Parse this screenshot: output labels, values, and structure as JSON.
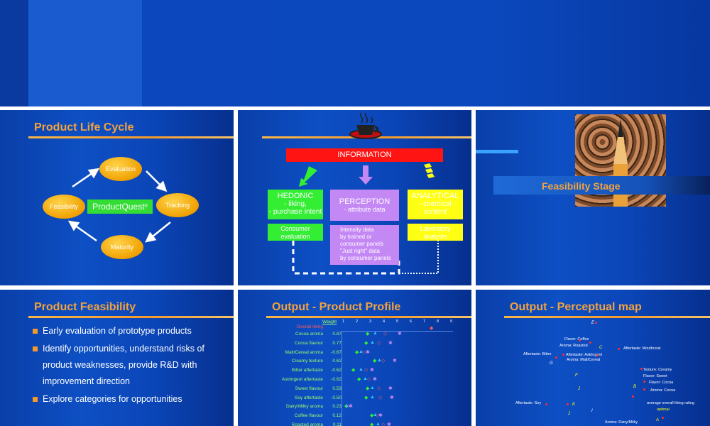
{
  "slides": {
    "lifecycle": {
      "title": "Product Life Cycle",
      "center": "ProductQuest",
      "center_mark": "®",
      "stages": [
        "Evaluation",
        "Tracking",
        "Maturity",
        "Feasibility"
      ]
    },
    "information": {
      "header": "INFORMATION",
      "hedonic": {
        "title": "HEDONIC",
        "line1": "- liking,",
        "line2": "- purchase intent",
        "detail1": "Consumer",
        "detail2": "evaluation"
      },
      "perception": {
        "title": "PERCEPTION",
        "line1": "- attribute data",
        "d1": "Intensity data",
        "d2": "by trained or",
        "d3": "consumer panels",
        "d4": "\"Just right\" data",
        "d5": "by consumer panels"
      },
      "analytical": {
        "title": "ANALYTICAL",
        "line1": "- chemical",
        "line2": "content",
        "detail1": "Laboratory",
        "detail2": "analysis"
      },
      "colors": {
        "header": "#ff1414",
        "hedonic": "#33ee33",
        "perception": "#c488f5",
        "analytical": "#ffff14"
      }
    },
    "feasibility_stage": {
      "title": "Feasibility Stage"
    },
    "feasibility": {
      "title": "Product Feasibility",
      "bullets": [
        "Early evaluation of prototype products",
        "Identify opportunities, understand risks of product weaknesses, provide R&D with improvement direction",
        "Explore categories for opportunities"
      ]
    },
    "profile": {
      "title": "Output - Product Profile",
      "weight_label": "Weight",
      "scale": [
        "1",
        "2",
        "3",
        "4",
        "5",
        "6",
        "7",
        "8",
        "9"
      ],
      "overall_label": "Overall liking",
      "rows": [
        {
          "name": "Cocoa aroma",
          "w": "0.87"
        },
        {
          "name": "Cocoa flavour",
          "w": "0.77"
        },
        {
          "name": "Malt/Cereal aroma",
          "w": "-0.67"
        },
        {
          "name": "Creamy texture",
          "w": "0.62"
        },
        {
          "name": "Bitter aftertaste",
          "w": "-0.62"
        },
        {
          "name": "Astringent aftertaste",
          "w": "-0.62"
        },
        {
          "name": "Sweet flavour",
          "w": "0.53"
        },
        {
          "name": "Soy aftertaste",
          "w": "-0.50"
        },
        {
          "name": "Dairy/Milky aroma",
          "w": "0.23"
        },
        {
          "name": "Coffee flavour",
          "w": "0.12"
        },
        {
          "name": "Roasted aroma",
          "w": "0.11"
        }
      ]
    },
    "perceptual": {
      "title": "Output - Perceptual map",
      "labels": [
        "Flavor: Coffee",
        "Aroma: Roasted",
        "Aftertaste: Mouthcoat",
        "Aftertaste: Bitter",
        "Aftertaste: Astringent",
        "Aroma: Malt/Cereal",
        "Texture: Creamy",
        "Flavor: Sweet",
        "Flavor: Cocoa",
        "Aroma: Cocoa",
        "Aftertaste: Soy",
        "average overall liking rating",
        "optimal",
        "Aroma: Dairy/Milky"
      ],
      "products": [
        "E",
        "C",
        "G",
        "F",
        "J",
        "B",
        "K",
        "I",
        "J",
        "A"
      ]
    }
  }
}
